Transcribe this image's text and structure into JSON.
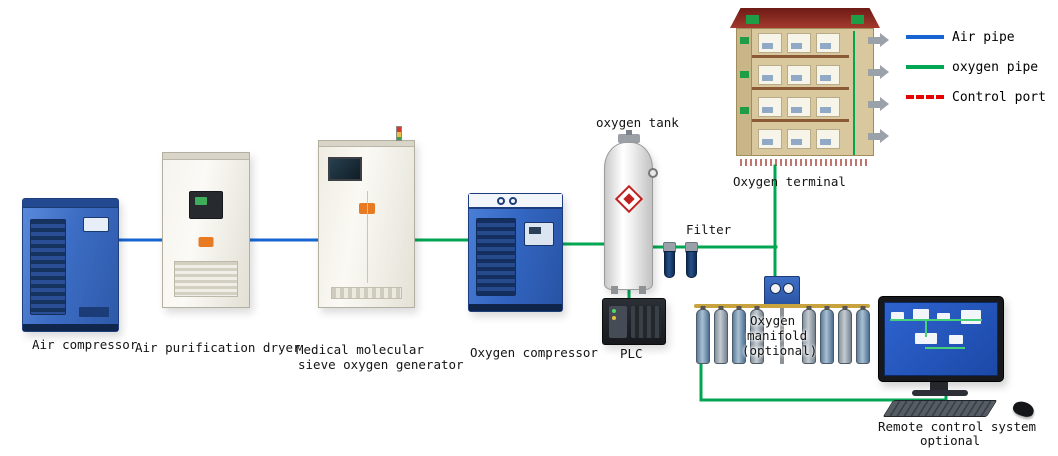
{
  "colors": {
    "air_pipe": "#1765d2",
    "oxygen_pipe": "#00a651",
    "control_port": "#e60000"
  },
  "legend": {
    "items": [
      {
        "label": "Air pipe",
        "line_style": "solid",
        "color": "#1765d2"
      },
      {
        "label": "oxygen pipe",
        "line_style": "solid",
        "color": "#00a651"
      },
      {
        "label": "Control port",
        "line_style": "dashed",
        "color": "#e60000"
      }
    ]
  },
  "components": {
    "air_compressor": {
      "label": "Air compressor"
    },
    "air_purification_dryer": {
      "label": "Air purification dryer"
    },
    "oxygen_generator": {
      "label_line1": "Medical molecular",
      "label_line2": "sieve oxygen generator"
    },
    "oxygen_compressor": {
      "label": "Oxygen compressor"
    },
    "oxygen_tank": {
      "label": "oxygen tank"
    },
    "filter": {
      "label": "Filter"
    },
    "plc": {
      "label": "PLC"
    },
    "oxygen_manifold": {
      "label_line1": "Oxygen",
      "label_line2": "manifold",
      "label_line3": "(optional)"
    },
    "oxygen_terminal": {
      "label": "Oxygen terminal"
    },
    "remote_control_system": {
      "label_line1": "Remote control system",
      "label_line2": "optional"
    }
  }
}
